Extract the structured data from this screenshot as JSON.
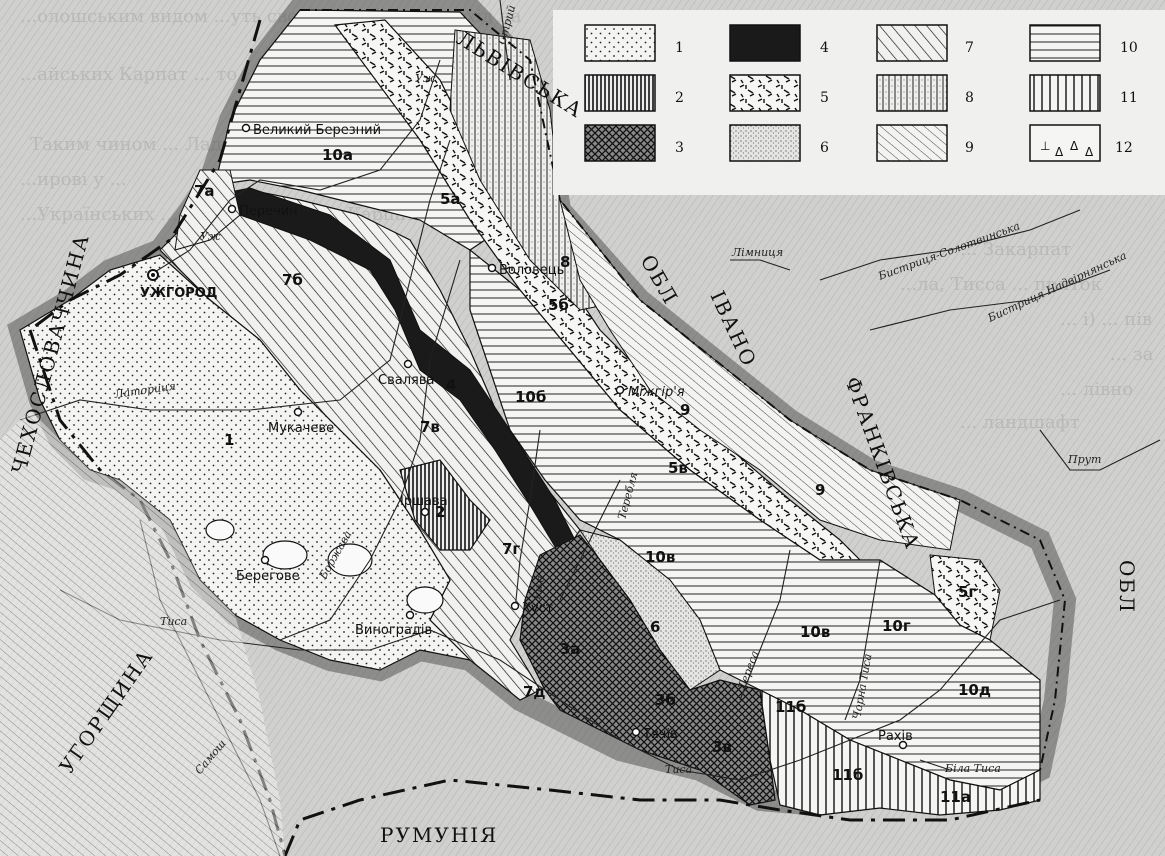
{
  "background_text": [
    "...олошським видом ...уть свое ... хребет ... та схід на",
    "...айських Карпат ... то ... мечні ... на ... вання ... дець",
    "Таким чином ... Ладоженна Закарпатська",
    "...ирові у ...",
    "...Українських ... Мармарошських Карпат ...ходитьс",
    "... Закарпат",
    "...ла, Тисса ... приток",
    "... і) ... пів",
    "... за",
    "... лівно",
    "... ландшафт"
  ],
  "legend": {
    "items": [
      {
        "num": "1",
        "pattern": "dots"
      },
      {
        "num": "2",
        "pattern": "vert-dense"
      },
      {
        "num": "3",
        "pattern": "crosshatch"
      },
      {
        "num": "4",
        "pattern": "black"
      },
      {
        "num": "5",
        "pattern": "dashes"
      },
      {
        "num": "6",
        "pattern": "stipple"
      },
      {
        "num": "7",
        "pattern": "diag"
      },
      {
        "num": "8",
        "pattern": "vert-fine"
      },
      {
        "num": "9",
        "pattern": "diag-fine"
      },
      {
        "num": "10",
        "pattern": "horiz"
      },
      {
        "num": "11",
        "pattern": "vert-wide"
      },
      {
        "num": "12",
        "pattern": "volcano"
      }
    ]
  },
  "cities": [
    {
      "id": "velykyi-bereznyi",
      "name": "Великий Березний"
    },
    {
      "id": "perechyn",
      "name": "Перечин"
    },
    {
      "id": "uzhhorod",
      "name": "УЖГОРОД"
    },
    {
      "id": "volovets",
      "name": "Воловець"
    },
    {
      "id": "svaliava",
      "name": "Свалява"
    },
    {
      "id": "mukachevo",
      "name": "Мукачеве"
    },
    {
      "id": "mizhhiria",
      "name": "Міжгір'я"
    },
    {
      "id": "irshava",
      "name": "Іршава"
    },
    {
      "id": "berehove",
      "name": "Берегове"
    },
    {
      "id": "vynohradiv",
      "name": "Виноградів"
    },
    {
      "id": "khust",
      "name": "Хуст"
    },
    {
      "id": "tiachiv",
      "name": "Тячів"
    },
    {
      "id": "rakhiv",
      "name": "Рахів"
    }
  ],
  "zones": [
    "10а",
    "7а",
    "5а",
    "7б",
    "8",
    "5б",
    "4",
    "10б",
    "9",
    "1",
    "7в",
    "5в",
    "2",
    "7г",
    "10в",
    "9",
    "5г",
    "3а",
    "6",
    "10в",
    "10г",
    "10д",
    "7д",
    "3б",
    "3в",
    "11б",
    "11б",
    "11а"
  ],
  "rivers": [
    "Стрий",
    "Уж",
    "Уж",
    "Латориця",
    "Боржава",
    "Тиса",
    "Теребля",
    "Ріка",
    "Тереса",
    "Чорна Тиса",
    "Біла Тиса",
    "Тиса",
    "Самош",
    "Бистриця-Солотвинська",
    "Бистриця Надвірнянська",
    "Прут",
    "Лімниця"
  ],
  "neighbors": {
    "lviv": "ЛЬВІВСЬКА",
    "lviv_obl": "ОБЛ",
    "ivano": "ІВАНО",
    "frankivsk": "ФРАНКІВСЬКА",
    "obl_right": "ОБЛ",
    "czech": "ЧЕХОСЛОВАЧЧИНА",
    "hungary": "УГОРЩИНА",
    "romania": "РУМУНІЯ"
  },
  "colors": {
    "ink": "#111111",
    "paper": "#d9d9d7",
    "shade": "#6a6a6a"
  }
}
